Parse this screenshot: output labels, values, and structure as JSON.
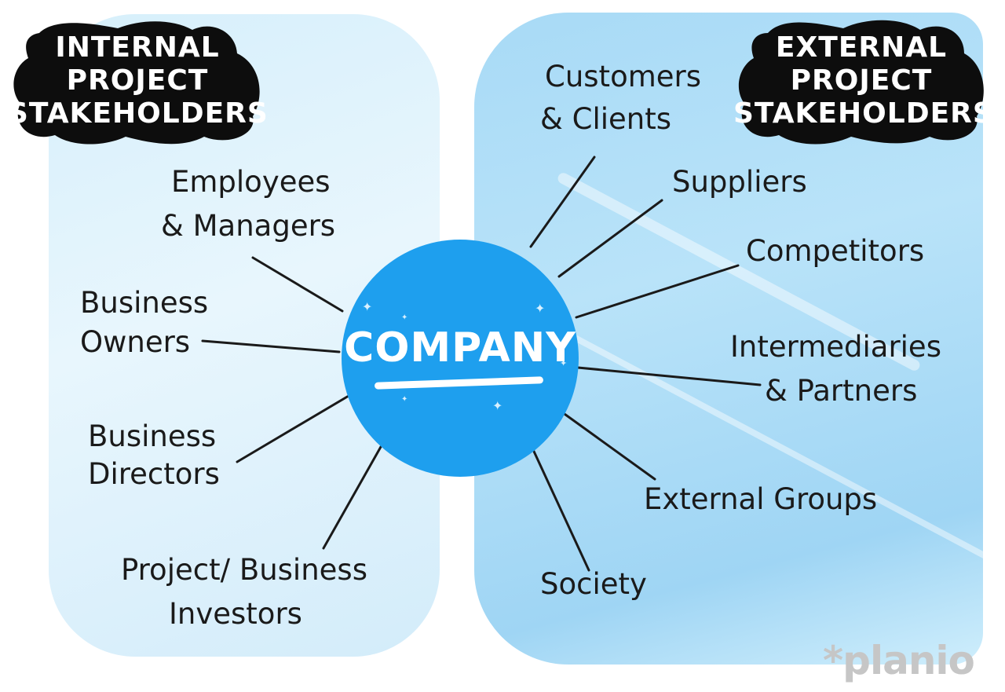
{
  "internal_title": [
    "INTERNAL",
    "PROJECT",
    "STAKEHOLDERS"
  ],
  "external_title": [
    "EXTERNAL",
    "PROJECT",
    "STAKEHOLDERS"
  ],
  "center_label": "COMPANY",
  "internal_stakeholders": [
    [
      "Employees",
      "& Managers"
    ],
    [
      "Business",
      "Owners"
    ],
    [
      "Business",
      "Directors"
    ],
    [
      "Project/ Business",
      "Investors"
    ]
  ],
  "external_stakeholders": [
    [
      "Customers",
      "& Clients"
    ],
    [
      "Suppliers"
    ],
    [
      "Competitors"
    ],
    [
      "Intermediaries",
      "& Partners"
    ],
    [
      "External Groups"
    ],
    [
      "Society"
    ]
  ],
  "logo": "*planio",
  "colors": {
    "center_circle": "#1e9fee",
    "title_cloud": "#0d0d0d",
    "internal_panel": "#dff3fc",
    "external_panel": "#b0def7"
  }
}
